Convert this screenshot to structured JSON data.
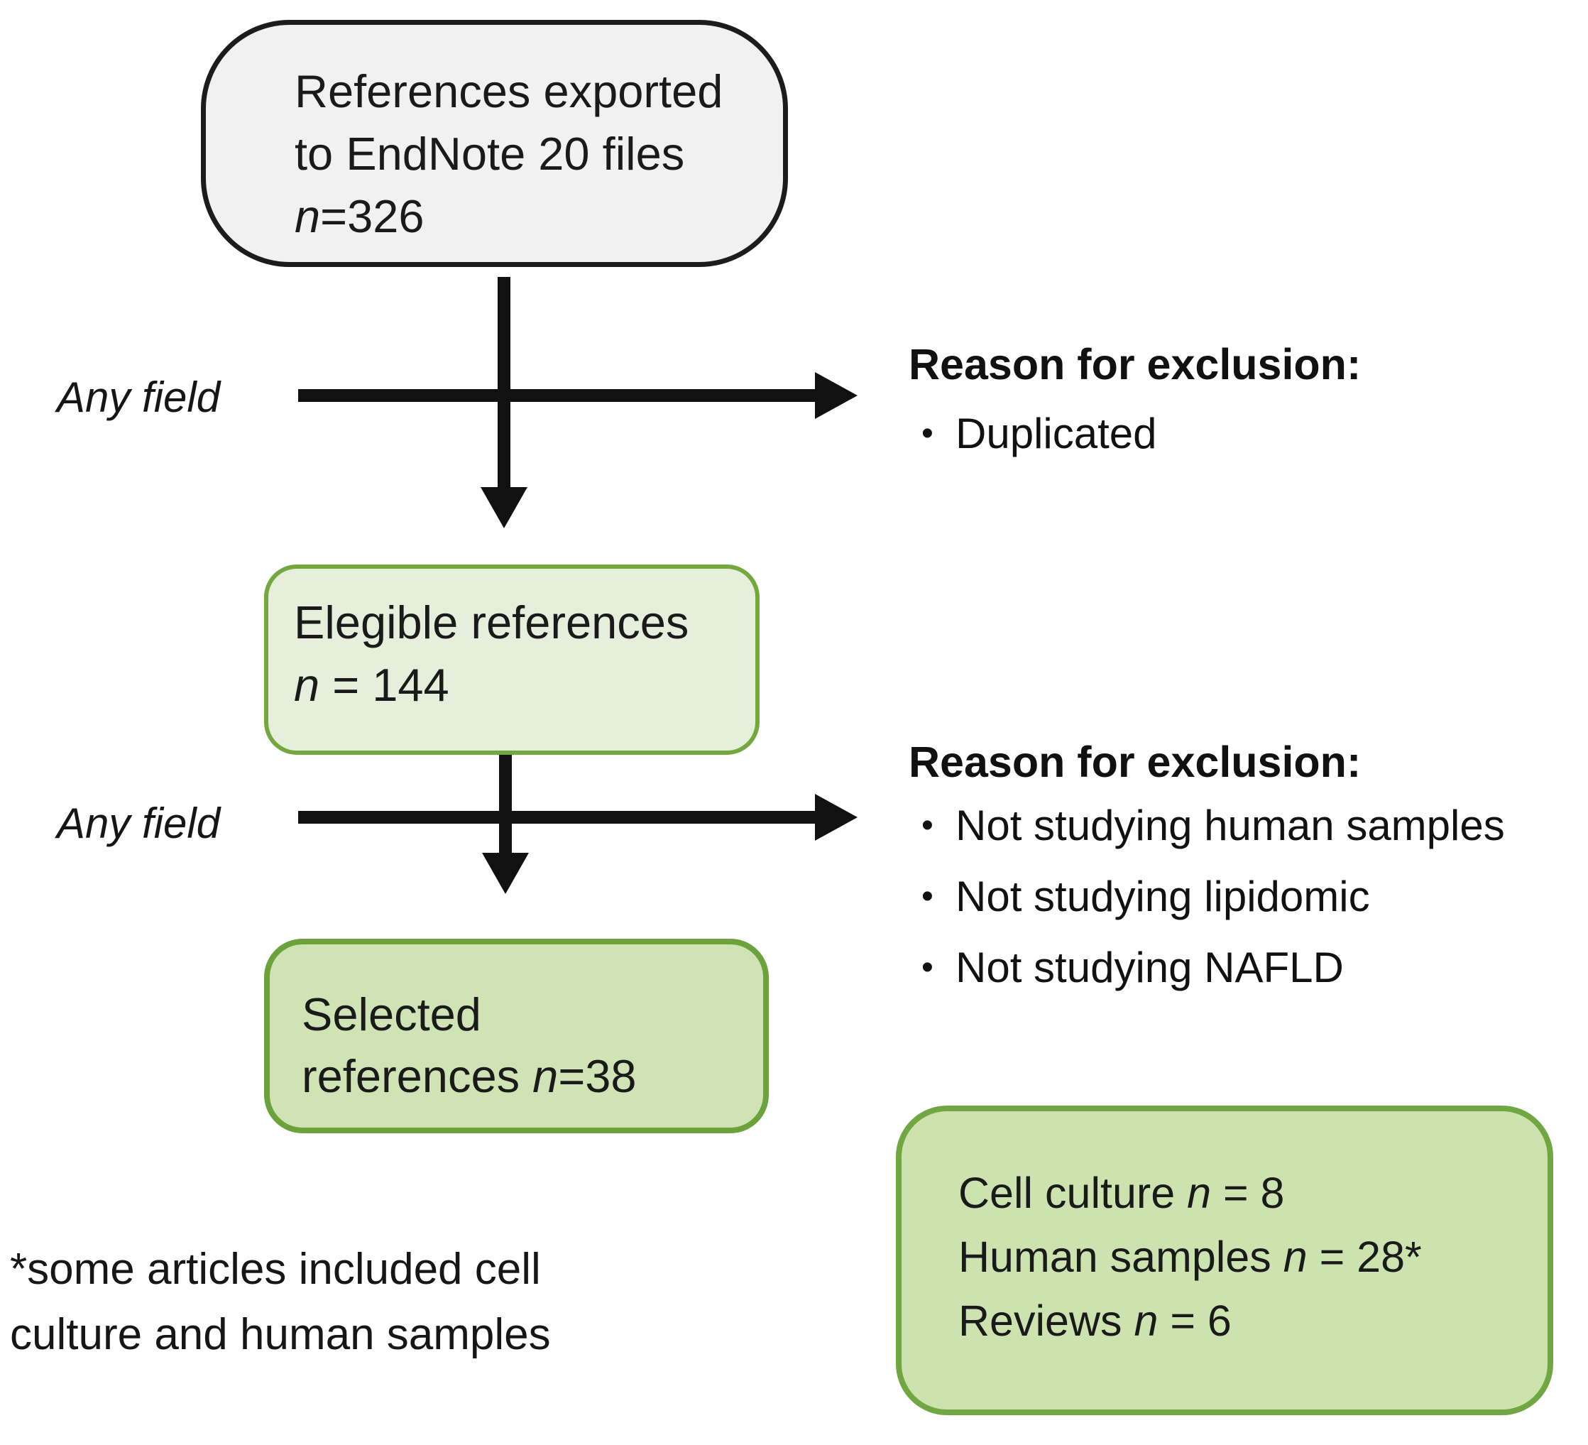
{
  "colors": {
    "background": "#ffffff",
    "start_box_fill": "#f1f1f1",
    "start_box_border": "#1c1c1c",
    "eligible_box_fill": "#e5efdb",
    "eligible_box_border": "#74a83f",
    "selected_box_fill": "#cfe3b4",
    "selected_box_border": "#6ca23c",
    "results_box_fill": "#cde3af",
    "results_box_border": "#70a742",
    "arrow_color": "#111111"
  },
  "start_box": {
    "line1": "References exported",
    "line2": "to EndNote 20 files",
    "n": "n",
    "count": "=326"
  },
  "filter1": {
    "label": "Any field"
  },
  "exclusion1": {
    "title": "Reason for exclusion:",
    "bullet": "•",
    "items": [
      "Duplicated"
    ]
  },
  "eligible_box": {
    "line1": "Elegible references",
    "n": "n",
    "count": " = 144"
  },
  "filter2": {
    "label": "Any field"
  },
  "exclusion2": {
    "title": "Reason for exclusion:",
    "bullet": "•",
    "items": [
      "Not studying human samples",
      "Not studying lipidomic",
      "Not studying NAFLD"
    ]
  },
  "selected_box": {
    "line1": "Selected",
    "line2_pre": "references ",
    "n": "n",
    "count": "=38"
  },
  "results_box": {
    "rows": [
      {
        "label": "Cell culture ",
        "n": "n",
        "value": " = 8"
      },
      {
        "label": "Human samples ",
        "n": "n",
        "value": " = 28*"
      },
      {
        "label": "Reviews ",
        "n": "n",
        "value": " = 6"
      }
    ]
  },
  "footnote": {
    "line1": "*some articles included cell",
    "line2": "culture and human samples"
  }
}
